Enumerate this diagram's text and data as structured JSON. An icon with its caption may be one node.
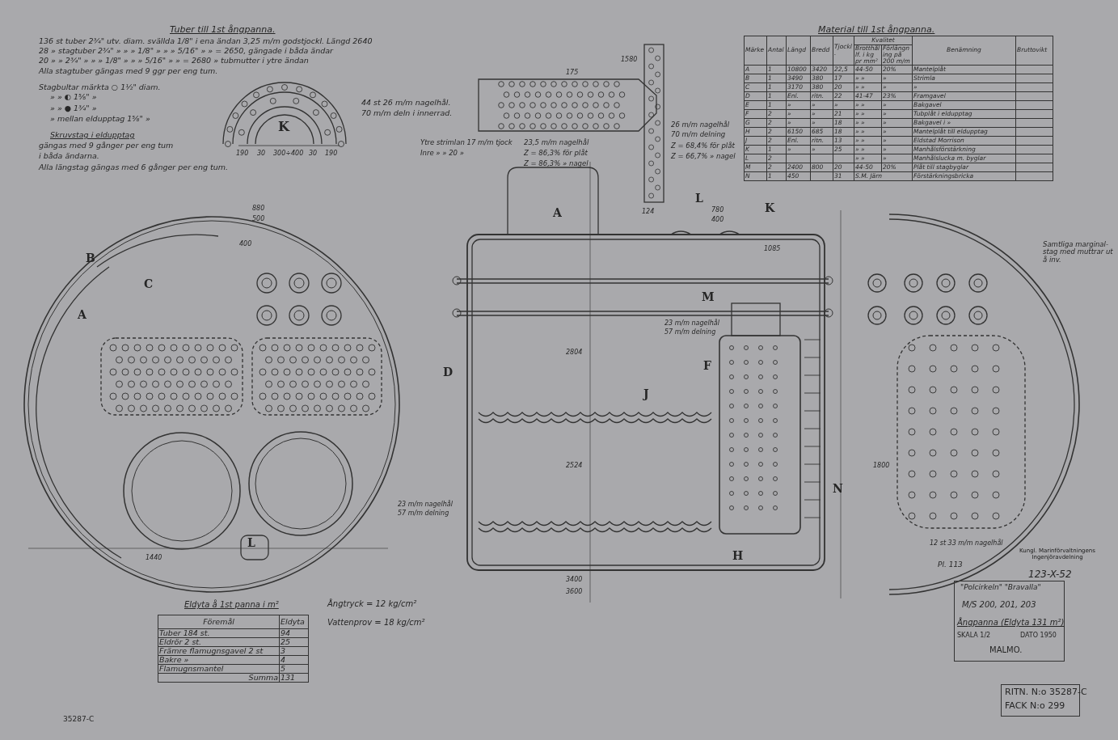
{
  "diagram": {
    "labels": [
      "Tuber till 1st ångpanna.",
      "136 st tuber 2¾\" utv. diam. svällda 1/8\" i ena ändan 3,25 m/m godstjockl. Längd 2640",
      "28 » stagtuber 2¾\" » » » 1/8\" » » » 5/16\" » » = 2650, gängade i båda ändar",
      "20 » » 2¾\" » » » 1/8\" » » » 5/16\" » » = 2680 » tubmutter i ytre ändan",
      "Alla stagtuber gängas med 9 ggr per eng tum.",
      "Stagbultar märkta ○ 1½\" diam.",
      "» » ◐ 1⅝\" »",
      "» » ● 1¾\" »",
      "» mellan eldupptag 1⅝\" »",
      "Skruvstag i eldupptag",
      "gängas med 9 gånger per eng tum",
      "i båda ändarna.",
      "Alla längstag gängas med 6 gånger per eng tum.",
      "K",
      "190",
      "30",
      "300÷400",
      "30",
      "190",
      "44 st 26 m/m nagelhål.",
      "70 m/m deln i innerrad.",
      "175",
      "1580",
      "Ytre strimlan 17 m/m tjock",
      "Inre » » 20 »",
      "23,5 m/m nagelhål",
      "Z = 86,3% för plåt",
      "Z = 86,3% » nagel",
      "26 m/m nagelhål",
      "70 m/m delning",
      "Z = 68,4% för plåt",
      "Z = 66,7% » nagel",
      "124",
      "Material till 1st ångpanna.",
      "Märke",
      "Antal",
      "Längd",
      "Bredd",
      "Tjockl.",
      "Kvalitet",
      "Brotthållf. i kg pr mm²",
      "Förlängning på 200 m/m",
      "Benämning",
      "Bruttovikt",
      "A",
      "1",
      "10800",
      "3420",
      "22,5",
      "44-50",
      "20%",
      "Mantelplåt",
      "B",
      "1",
      "3490",
      "380",
      "17",
      "» »",
      "»",
      "Strimla",
      "C",
      "1",
      "3170",
      "380",
      "20",
      "» »",
      "»",
      "»",
      "D",
      "1",
      "Enl.",
      "ritn.",
      "22",
      "41-47",
      "23%",
      "Framgavel",
      "E",
      "1",
      "»",
      "»",
      "»",
      "» »",
      "»",
      "Bakgavel",
      "F",
      "2",
      "»",
      "»",
      "21",
      "» »",
      "»",
      "Tubplåt i eldupptag",
      "G",
      "2",
      "»",
      "»",
      "18",
      "» »",
      "»",
      "Bakgavel i »",
      "H",
      "2",
      "6150",
      "685",
      "18",
      "» »",
      "»",
      "Mantelplåt till eldupptag",
      "J",
      "2",
      "Enl.",
      "ritn.",
      "13",
      "» »",
      "»",
      "Eldstad Morrison",
      "K",
      "1",
      "»",
      "»",
      "25",
      "» »",
      "»",
      "Manhålsförstärkning",
      "L",
      "2",
      "» »",
      "»",
      "Manhålslucka m. byglar",
      "M",
      "2",
      "2400",
      "800",
      "20",
      "44-50",
      "20%",
      "Plåt till stagbyglar",
      "N",
      "1",
      "450",
      "31",
      "S.M. Järn",
      "Förstärkningsbricka",
      "Eldyta å 1st panna i m²",
      "Föremål",
      "Eldyta",
      "Tuber 184 st.",
      "94",
      "Eldrör 2 st.",
      "25",
      "Främre flamugnsgavel 2 st",
      "3",
      "Bakre »",
      "4",
      "Flamugnsmantel",
      "5",
      "Summa",
      "131",
      "Ångtryck = 12 kg/cm²",
      "Vattenprov = 18 kg/cm²",
      "\"Polcirkeln\" \"Bravalla\"",
      "M/S 200, 201, 203",
      "Ångpanna (Eldyta 131 m²)",
      "SKALA 1/2",
      "DATO 1950",
      "MALMO.",
      "RITN. N:o 35287-C",
      "FACK N:o 299",
      "35287-C",
      "Kungl. Marinförvaltningens Ingenjöravdelning",
      "123-X-52",
      "Samtliga marginal-stag med muttrar ut å inv.",
      "Pl. 113",
      "A",
      "B",
      "C",
      "L",
      "A",
      "L",
      "K",
      "M",
      "F",
      "D",
      "J",
      "H",
      "N",
      "880",
      "500",
      "400",
      "2804",
      "2524",
      "3400",
      "3600",
      "1440",
      "780",
      "400",
      "1085",
      "1800",
      "12 st 33 m/m nagelhål",
      "23 m/m nagelhål",
      "57 m/m delning",
      "23 m/m nagelhål",
      "57 m/m delning"
    ]
  }
}
